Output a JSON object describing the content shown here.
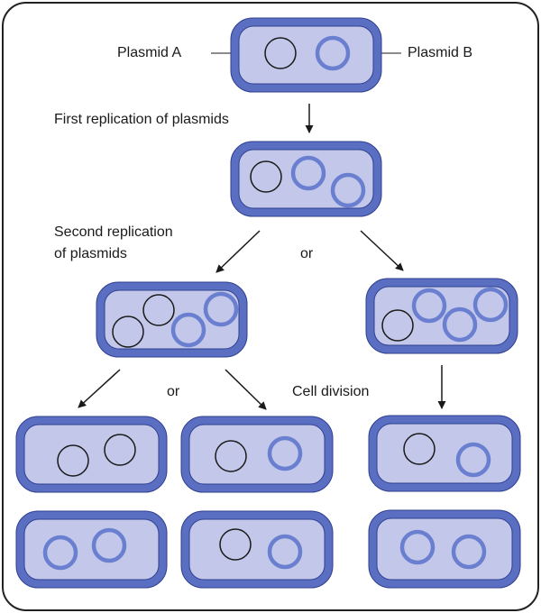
{
  "labels": {
    "plasmid_a": "Plasmid A",
    "plasmid_b": "Plasmid B",
    "first_replication": "First replication of plasmids",
    "second_replication_line1": "Second replication",
    "second_replication_line2": "of plasmids",
    "or_top": "or",
    "or_bottom": "or",
    "cell_division": "Cell division"
  },
  "colors": {
    "cell_outer": "#5b6fc2",
    "cell_inner": "#c3c8ea",
    "plasmid_a_stroke": "#1a1a1a",
    "plasmid_b_stroke": "#6a7fcf"
  }
}
